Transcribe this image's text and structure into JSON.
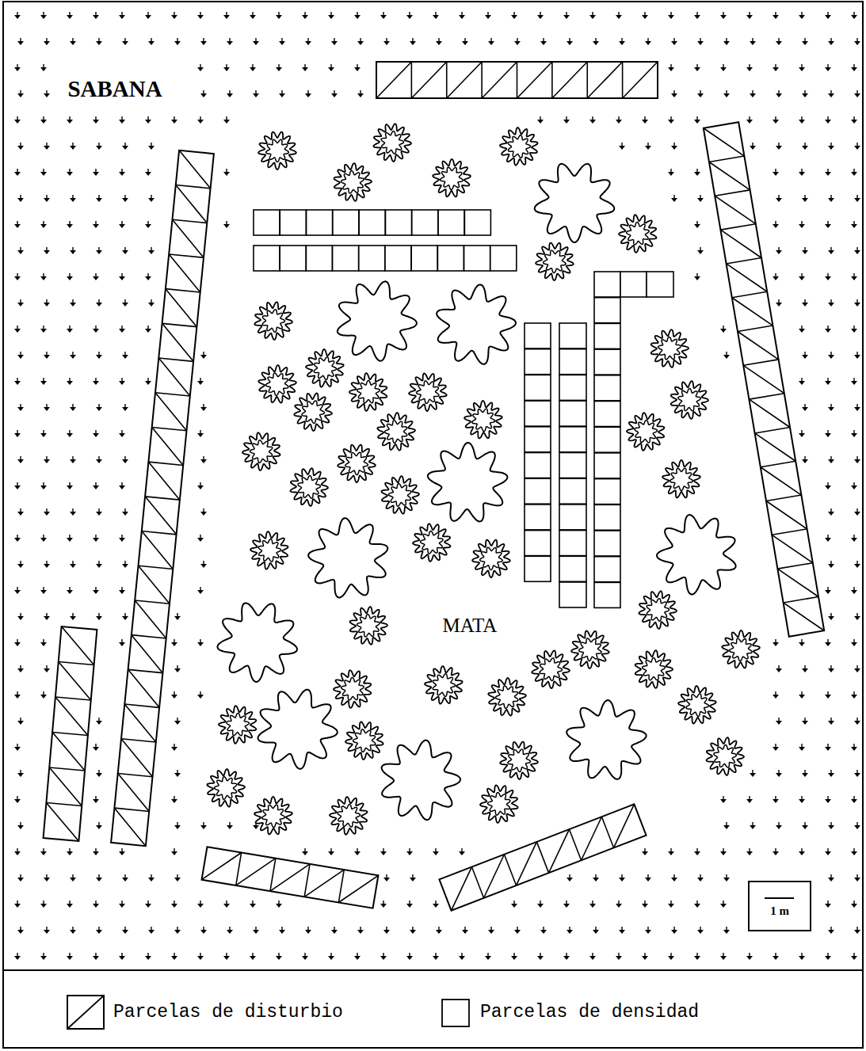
{
  "diagram": {
    "labels": [
      "SABANA",
      "MATA",
      "1 m"
    ],
    "legend": [
      {
        "text": "Parcelas de disturbio"
      },
      {
        "text": "Parcelas de densidad"
      }
    ]
  }
}
